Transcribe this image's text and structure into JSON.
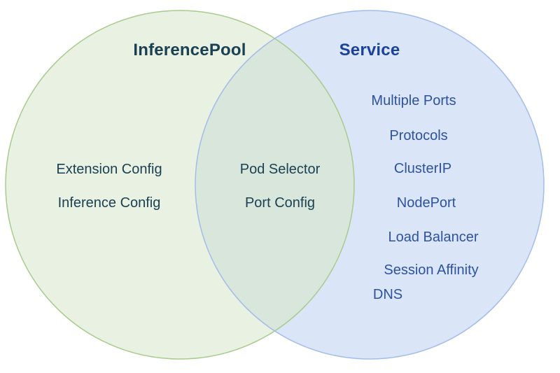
{
  "diagram": {
    "type": "venn",
    "left_set": {
      "title": "InferencePool",
      "items": [
        "Extension Config",
        "Inference Config"
      ],
      "fill": "#e8f1e2",
      "stroke": "#a9cb8d",
      "text_color": "#1a4152"
    },
    "right_set": {
      "title": "Service",
      "items": [
        "Multiple Ports",
        "Protocols",
        "ClusterIP",
        "NodePort",
        "Load Balancer",
        "Session Affinity",
        "DNS"
      ],
      "fill": "#dae5f7",
      "stroke": "#a3bce8",
      "title_color": "#1c419c",
      "text_color": "#2d52a0"
    },
    "intersection": {
      "items": [
        "Pod Selector",
        "Port Config"
      ],
      "fill": "#d9e6dc"
    }
  }
}
